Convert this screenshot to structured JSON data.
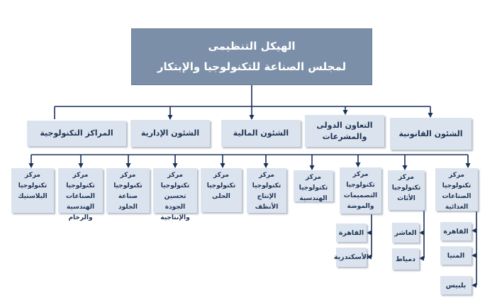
{
  "header": {
    "line1": "الهيكل التنظيمى",
    "line2": "لمجلس الصناعة للتكنولوجيا والإبتكار"
  },
  "departments": [
    {
      "label": "الشئون القانونية"
    },
    {
      "label": "التعاون الدولى والمشرعات"
    },
    {
      "label": "الشئون المالية"
    },
    {
      "label": "الشئون الإدارية"
    },
    {
      "label": "المراكز التكنولوجية"
    }
  ],
  "centers": [
    {
      "label": "مركز تكنولوجيا الصناعات الغذائية"
    },
    {
      "label": "مركز تكنولوجيا الأثاث"
    },
    {
      "label": "مركز تكنولوجيا التصميمات والموضة"
    },
    {
      "label": "مركز تكنولوجيا الهندسية"
    },
    {
      "label": "مركز تكنولوجيا الإنتاج الأنظف"
    },
    {
      "label": "مركز تكنولوجيا الحلى"
    },
    {
      "label": "مركز تكنولوجيا تحسين الجودة والإنتاجية"
    },
    {
      "label": "مركز تكنولوجيا صناعة الجلود"
    },
    {
      "label": "مركز تكنولوجيا الصناعات الهندسية والرخام"
    },
    {
      "label": "مركز تكنولوجيا البلاستيك"
    }
  ],
  "branches": {
    "food": [
      "القاهرة",
      "المنيا",
      "بلبيس"
    ],
    "furniture": [
      "العاشر",
      "دمياط"
    ],
    "fashion": [
      "القاهرة",
      "الأسكندرية"
    ]
  },
  "colors": {
    "title_bg": "#7b8fa8",
    "box_bg": "#dbe3ee",
    "text": "#1f3554",
    "line": "#1a2f5a"
  }
}
